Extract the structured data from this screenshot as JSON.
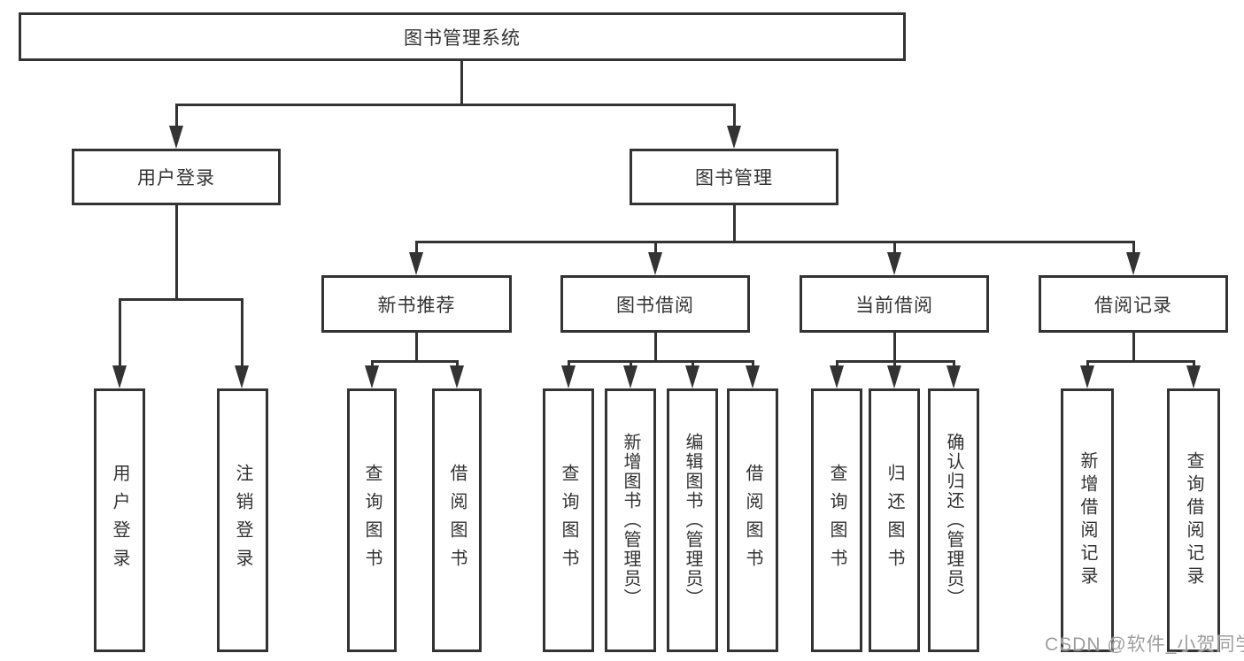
{
  "colors": {
    "line": "#333333",
    "text": "#333333",
    "background": "#ffffff",
    "watermark": "#9e9e9e"
  },
  "tree": {
    "root": {
      "label": "图书管理系统",
      "children": [
        {
          "label": "用户登录",
          "children": [
            {
              "label": "用户登录"
            },
            {
              "label": "注销登录"
            }
          ]
        },
        {
          "label": "图书管理",
          "children": [
            {
              "label": "新书推荐",
              "children": [
                {
                  "label": "查询图书"
                },
                {
                  "label": "借阅图书"
                }
              ]
            },
            {
              "label": "图书借阅",
              "children": [
                {
                  "label": "查询图书"
                },
                {
                  "label": "新增图书（管理员）"
                },
                {
                  "label": "编辑图书（管理员）"
                },
                {
                  "label": "借阅图书"
                }
              ]
            },
            {
              "label": "当前借阅",
              "children": [
                {
                  "label": "查询图书"
                },
                {
                  "label": "归还图书"
                },
                {
                  "label": "确认归还（管理员）"
                }
              ]
            },
            {
              "label": "借阅记录",
              "children": [
                {
                  "label": "新增借阅记录"
                },
                {
                  "label": "查询借阅记录"
                }
              ]
            }
          ]
        }
      ]
    }
  },
  "watermark": {
    "text": "CSDN @软件_小贺同学"
  }
}
